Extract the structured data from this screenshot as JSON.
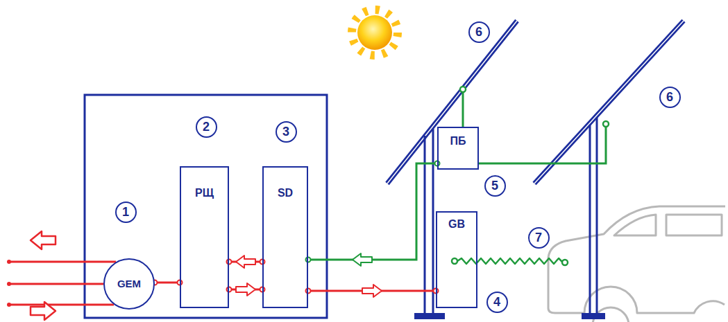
{
  "diagram": {
    "nodes": [
      {
        "text": [
          "GEM"
        ]
      },
      {
        "text": [
          "РЩ"
        ]
      },
      {
        "text": [
          "SD"
        ]
      },
      {
        "text": [
          "ПБ"
        ]
      },
      {
        "text": [
          "GB"
        ]
      }
    ],
    "edges": [
      {
        "from": 0,
        "to": 1,
        "arrow": "none"
      },
      {
        "from": 2,
        "to": 1,
        "arrow": "to"
      },
      {
        "from": 1,
        "to": 2,
        "arrow": "to"
      },
      {
        "from": 3,
        "to": 2,
        "arrow": "to"
      },
      {
        "from": 2,
        "to": 4,
        "arrow": "to"
      }
    ],
    "labels": [
      "1",
      "2",
      "3",
      "4",
      "5",
      "6",
      "6",
      "7"
    ]
  }
}
